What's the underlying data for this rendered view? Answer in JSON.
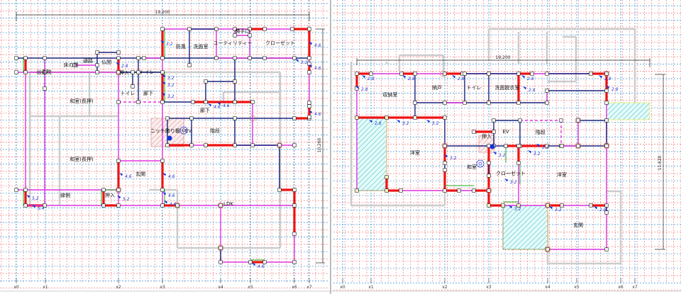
{
  "colors": {
    "wall_load": "#ee1111",
    "wall_plain": "#dd33dd",
    "wall_struct": "#1a237e",
    "grid_major": "#3399dd",
    "grid_minor": "#ee6666",
    "node": "#333333",
    "green": "#22aa22",
    "hatch": "#66cccc"
  },
  "left_plan": {
    "dim_width": "19,200",
    "dim_height": "10,260",
    "axes": [
      "x0",
      "x1",
      "x2",
      "x3",
      "x4",
      "x5",
      "x6",
      "x7"
    ],
    "rooms": [
      "防風",
      "洗面室",
      "ユーティリティー",
      "勝手口",
      "クローゼット",
      "床の間",
      "通路",
      "仏間",
      "押入",
      "トイレ",
      "出書院",
      "トイレ",
      "廊下",
      "和室(長押)",
      "廊下",
      "ニッチ飾り棚・EV",
      "階段",
      "和室(長押)",
      "玄関",
      "縁側",
      "押入",
      "LDK"
    ],
    "values": [
      "3.2",
      "3.2",
      "4.6",
      "4.6",
      "2.8",
      "3.2",
      "3.2",
      "4.6",
      "4.6",
      "4.6",
      "4.6",
      "5.2",
      "5.4",
      "5.2",
      "4.6",
      "4.6",
      "4.6",
      "3.2",
      "4.6"
    ]
  },
  "right_plan": {
    "dim_width": "19,200",
    "dim_height": "11,620",
    "axes": [
      "x0",
      "x1",
      "x2",
      "x3",
      "x4",
      "x5",
      "x6",
      "x7"
    ],
    "rooms": [
      "収納室",
      "納戸",
      "トイレ",
      "洗面脱衣室",
      "EV",
      "階段",
      "押入",
      "洋室",
      "和室",
      "クローゼット",
      "洋室",
      "玄関"
    ],
    "values": [
      "2.8",
      "2.8",
      "2.8",
      "2.8",
      "2.8",
      "2.8",
      "2.8",
      "2.8",
      "2.8",
      "3.2",
      "3.2",
      "3.2",
      "3.2",
      "3.2",
      "3.2",
      "3.2",
      "3.2",
      "3.2",
      "2.8"
    ]
  }
}
